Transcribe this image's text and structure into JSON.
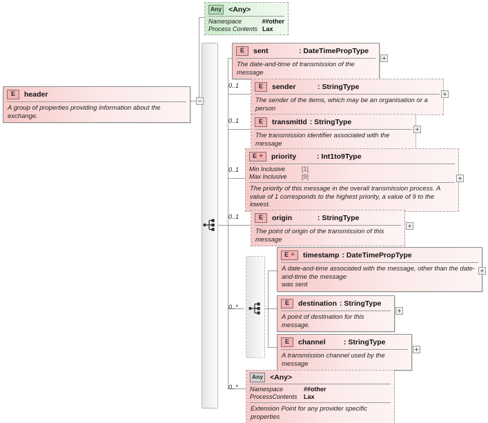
{
  "diagram": {
    "title": "header",
    "root": {
      "badge": "E",
      "name": "header",
      "description": "A group of properties providing information about the exchange."
    },
    "top_any": {
      "badge": "Any",
      "name": "<Any>",
      "props": [
        {
          "label": "Namespace",
          "value": "##other"
        },
        {
          "label": "Process Contents",
          "value": "Lax"
        }
      ]
    },
    "sequence_children": [
      {
        "badge": "E",
        "name": "sent",
        "type": ": DateTimePropType",
        "cardinality": "",
        "optional": false,
        "description": "The date-and-time of transmission of the message"
      },
      {
        "badge": "E",
        "name": "sender",
        "type": ": StringType",
        "cardinality": "0..1",
        "optional": true,
        "description": "The sender of the items, which may be an organisation or a person"
      },
      {
        "badge": "E",
        "name": "transmitId",
        "type": ": StringType",
        "cardinality": "0..1",
        "optional": true,
        "description": "The transmission identifier associated with the message"
      },
      {
        "badge": "E",
        "badge_plus": "+",
        "name": "priority",
        "type": ": Int1to9Type",
        "cardinality": "0..1",
        "optional": true,
        "facets": [
          {
            "label": "Min Inclusive",
            "value": "[1]"
          },
          {
            "label": "Max Inclusive",
            "value": "[9]"
          }
        ],
        "description": "The priority of this message in the overall transmission process. A value of 1 corresponds to the highest priority, a value of 9 to the lowest."
      },
      {
        "badge": "E",
        "name": "origin",
        "type": ": StringType",
        "cardinality": "0..1",
        "optional": true,
        "description": "The point of origin of the transmission of this message"
      }
    ],
    "choice_group": {
      "cardinality": "0..*",
      "children": [
        {
          "badge": "E",
          "badge_plus": "+",
          "name": "timestamp",
          "type": ": DateTimePropType",
          "optional": false,
          "description": "A date-and-time associated with the message, other than the date-and-time the message\nwas sent"
        },
        {
          "badge": "E",
          "name": "destination",
          "type": ": StringType",
          "optional": false,
          "description": "A point of destination for this message."
        },
        {
          "badge": "E",
          "name": "channel",
          "type": ": StringType",
          "optional": false,
          "description": "A transmission channel used by the message"
        }
      ]
    },
    "bottom_any": {
      "badge": "Any",
      "name": "<Any>",
      "cardinality": "0..*",
      "props": [
        {
          "label": "Namespace",
          "value": "##other"
        },
        {
          "label": "ProcessContents",
          "value": "Lax"
        }
      ],
      "description": "Extension Point for any provider specific properties"
    },
    "colors": {
      "element_fill_start": "#f7c9c9",
      "element_fill_end": "#fdf4f4",
      "any_green_fill": "#cdeccd",
      "badge_fill": "#f2b6b6",
      "line": "#999999",
      "compositor_fill": "#eeeeee"
    }
  }
}
